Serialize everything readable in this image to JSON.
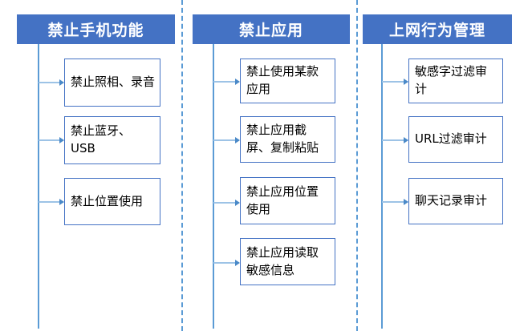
{
  "diagram": {
    "type": "three-column-tree",
    "background_color": "#ffffff",
    "header_color": "#4472C4",
    "header_text_color": "#ffffff",
    "box_border_color": "#4472C4",
    "connector_color": "#9DC3E6",
    "trunk_color": "#5B9BD5",
    "divider_color": "#5B9BD5",
    "columns": [
      {
        "id": "phone-features",
        "header": "禁止手机功能",
        "nodes": [
          {
            "label": "禁止照相、录音"
          },
          {
            "label": "禁止蓝牙、USB"
          },
          {
            "label": "禁止位置使用"
          }
        ]
      },
      {
        "id": "app-restrictions",
        "header": "禁止应用",
        "nodes": [
          {
            "label": "禁止使用某款应用"
          },
          {
            "label": "禁止应用截屏、复制粘贴"
          },
          {
            "label": "禁止应用位置使用"
          },
          {
            "label": "禁止应用读取敏感信息"
          }
        ]
      },
      {
        "id": "internet-behavior-management",
        "header": "上网行为管理",
        "nodes": [
          {
            "label": "敏感字过滤审计"
          },
          {
            "label": "URL过滤审计"
          },
          {
            "label": "聊天记录审计"
          }
        ]
      }
    ],
    "dividers": 2
  }
}
